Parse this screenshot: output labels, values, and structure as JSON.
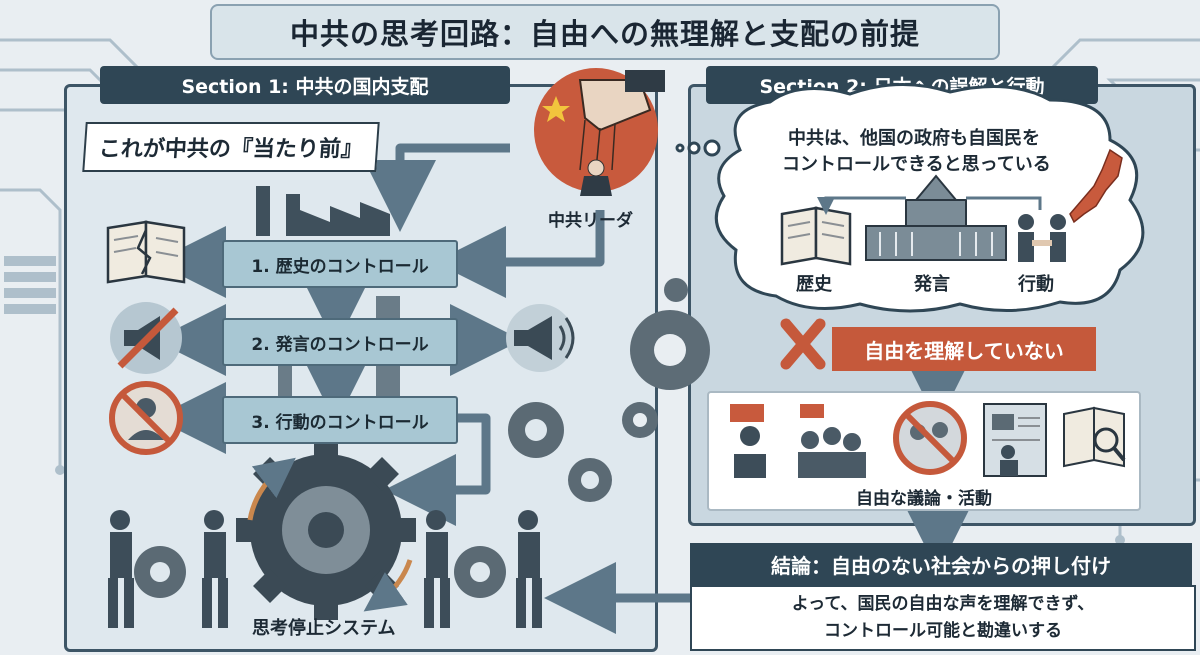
{
  "title": "中共の思考回路：自由への無理解と支配の前提",
  "section1": {
    "heading": "Section 1: 中共の国内支配",
    "banner": "これが中共の『当たり前』",
    "leader_label": "中共リーダ",
    "controls": [
      "1. 歴史のコントロール",
      "2. 発言のコントロール",
      "3. 行動のコントロール"
    ],
    "system_label": "思考停止システム"
  },
  "section2": {
    "heading": "Section 2: 日本への誤解と行動",
    "thought_line1": "中共は、他国の政府も自国民を",
    "thought_line2": "コントロールできると思っている",
    "icon_labels": [
      "歴史",
      "発言",
      "行動"
    ],
    "warning": "自由を理解していない",
    "free_label": "自由な議論・活動"
  },
  "conclusion": {
    "heading": "結論：自由のない社会からの押し付け",
    "line1": "よって、国民の自由な声を理解できず、",
    "line2": "コントロール可能と勘違いする"
  },
  "colors": {
    "panel_dark": "#2f4655",
    "control_box": "#a8c7d3",
    "accent_red": "#c5593b",
    "arrow": "#5d7789",
    "gear": "#3b4a55"
  },
  "icons": [
    "torn-book-icon",
    "muted-megaphone-icon",
    "megaphone-icon",
    "prohibited-person-icon",
    "puppet-master-icon",
    "factory-icon",
    "gear-icon",
    "book-icon",
    "parliament-icon",
    "handshake-icon",
    "japan-map-icon",
    "x-mark-icon",
    "protester-icon",
    "crowd-icon",
    "prohibited-crowd-icon",
    "news-screen-icon",
    "magnifier-book-icon",
    "worker-icon"
  ]
}
